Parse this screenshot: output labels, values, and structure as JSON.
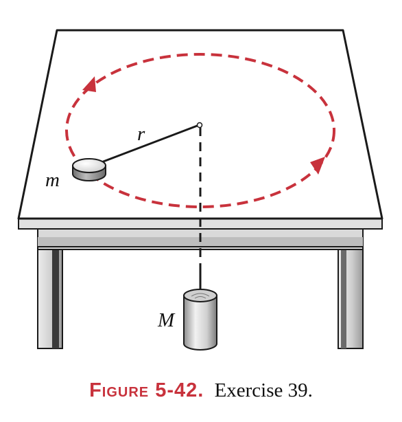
{
  "diagram": {
    "labels": {
      "small_mass": "m",
      "radius": "r",
      "hanging_mass": "M"
    },
    "colors": {
      "path": "#c8323c",
      "table_outline": "#1a1a1a",
      "table_frame": "#d6d6d6",
      "metal_dark": "#5a5a5a"
    }
  },
  "caption": {
    "figure_number": "Figure 5-42.",
    "text": "Exercise 39."
  }
}
